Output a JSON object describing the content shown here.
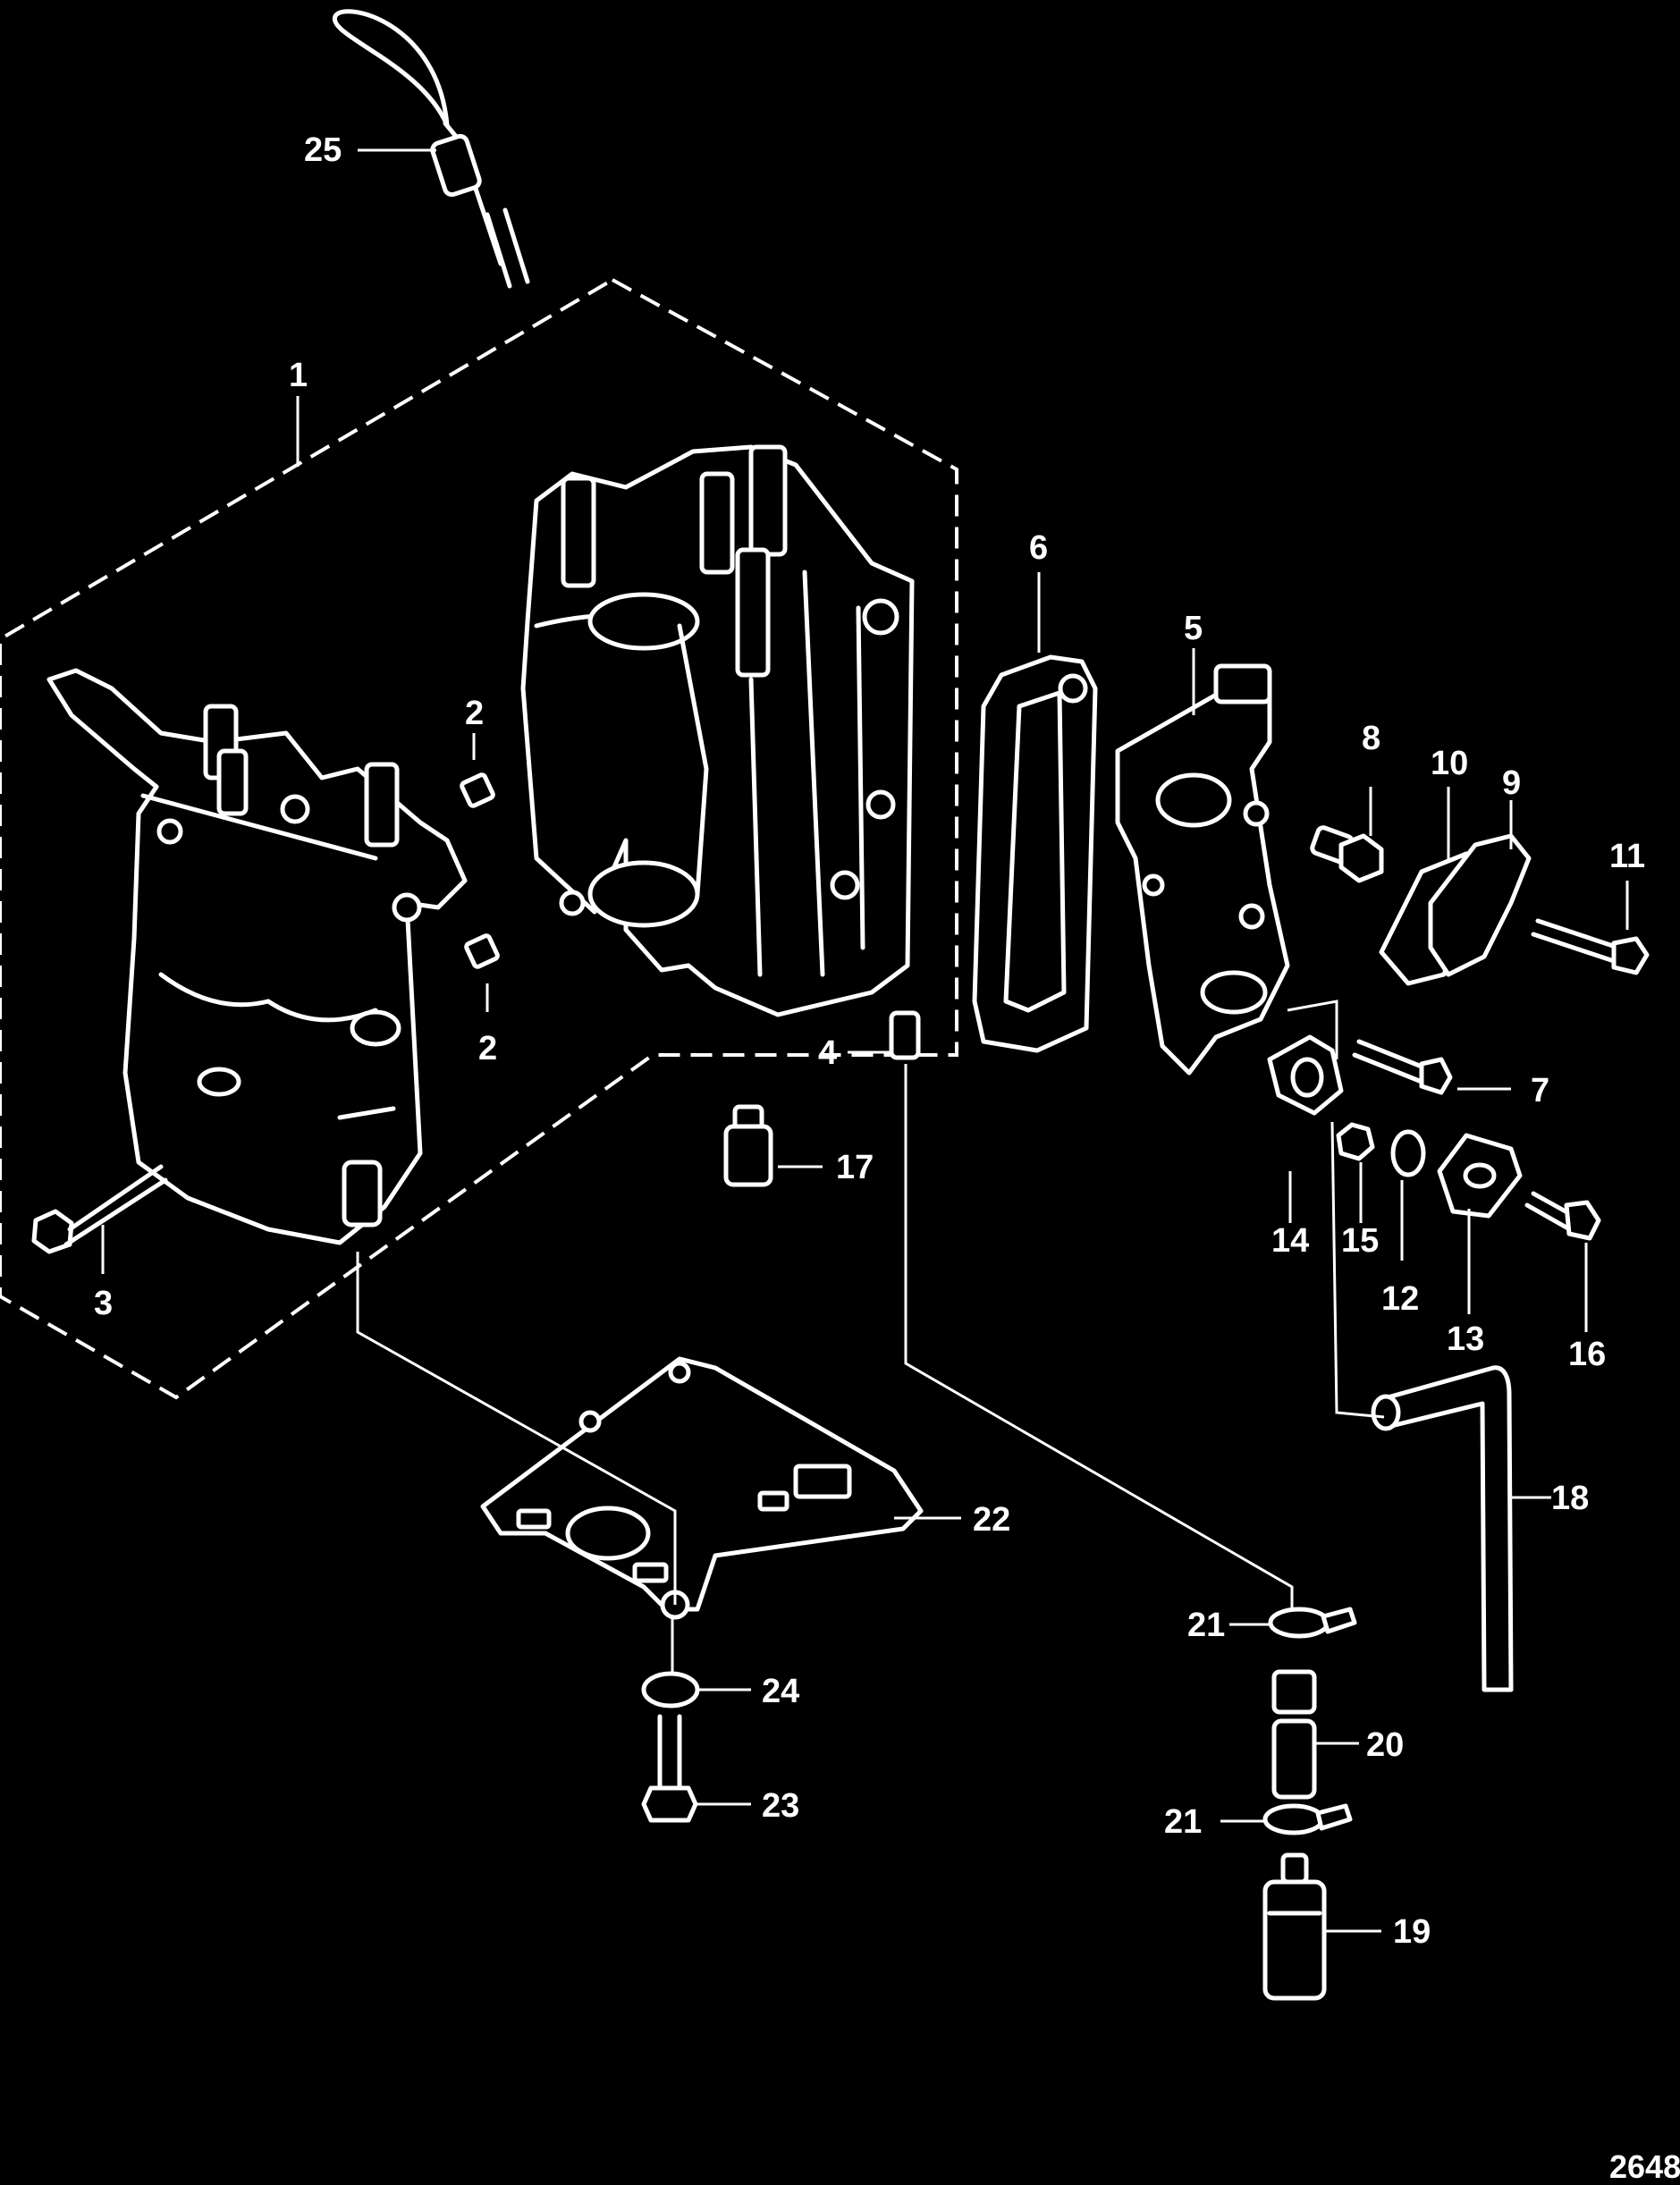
{
  "figure_number": "2648",
  "labels": {
    "l1": "1",
    "l2a": "2",
    "l2b": "2",
    "l3": "3",
    "l4": "4",
    "l5": "5",
    "l6": "6",
    "l7": "7",
    "l8": "8",
    "l9": "9",
    "l10": "10",
    "l11": "11",
    "l12": "12",
    "l13": "13",
    "l14": "14",
    "l15": "15",
    "l16": "16",
    "l17": "17",
    "l18": "18",
    "l19": "19",
    "l20": "20",
    "l21a": "21",
    "l21b": "21",
    "l22": "22",
    "l23": "23",
    "l24": "24",
    "l25": "25"
  }
}
